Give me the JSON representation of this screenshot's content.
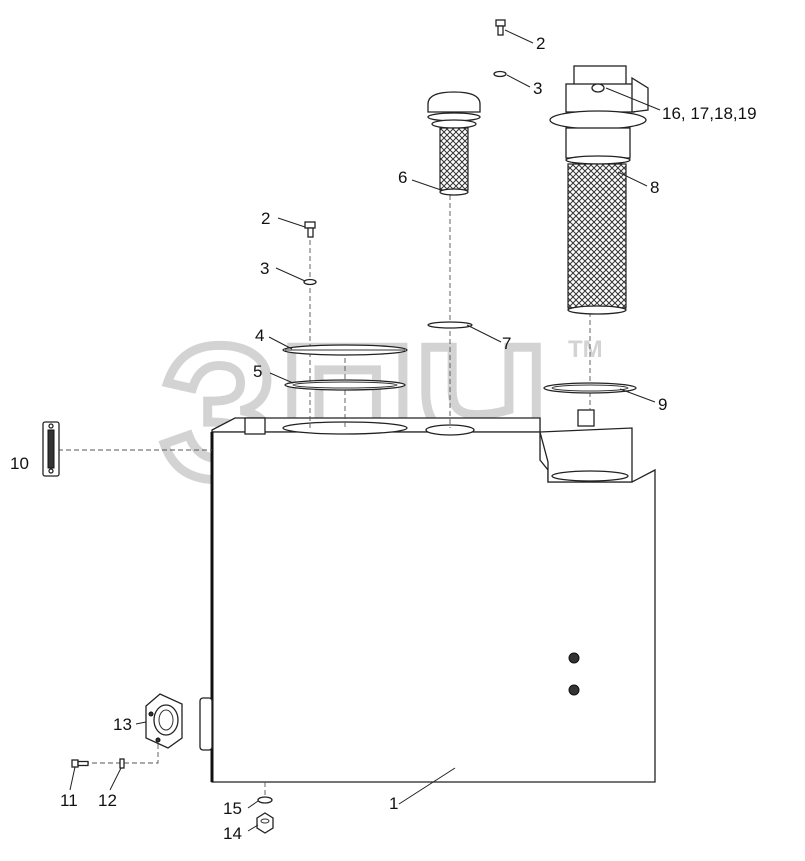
{
  "watermark": {
    "text": "ЗПЧ",
    "tm": "TM"
  },
  "callouts": [
    {
      "id": "c1",
      "text": "1"
    },
    {
      "id": "c2a",
      "text": "2"
    },
    {
      "id": "c2b",
      "text": "2"
    },
    {
      "id": "c3a",
      "text": "3"
    },
    {
      "id": "c3b",
      "text": "3"
    },
    {
      "id": "c4",
      "text": "4"
    },
    {
      "id": "c5",
      "text": "5"
    },
    {
      "id": "c6",
      "text": "6"
    },
    {
      "id": "c7",
      "text": "7"
    },
    {
      "id": "c8",
      "text": "8"
    },
    {
      "id": "c9",
      "text": "9"
    },
    {
      "id": "c10",
      "text": "10"
    },
    {
      "id": "c11",
      "text": "11"
    },
    {
      "id": "c12",
      "text": "12"
    },
    {
      "id": "c13",
      "text": "13"
    },
    {
      "id": "c14",
      "text": "14"
    },
    {
      "id": "c15",
      "text": "15"
    },
    {
      "id": "c16",
      "text": "16, 17,18,19"
    }
  ]
}
